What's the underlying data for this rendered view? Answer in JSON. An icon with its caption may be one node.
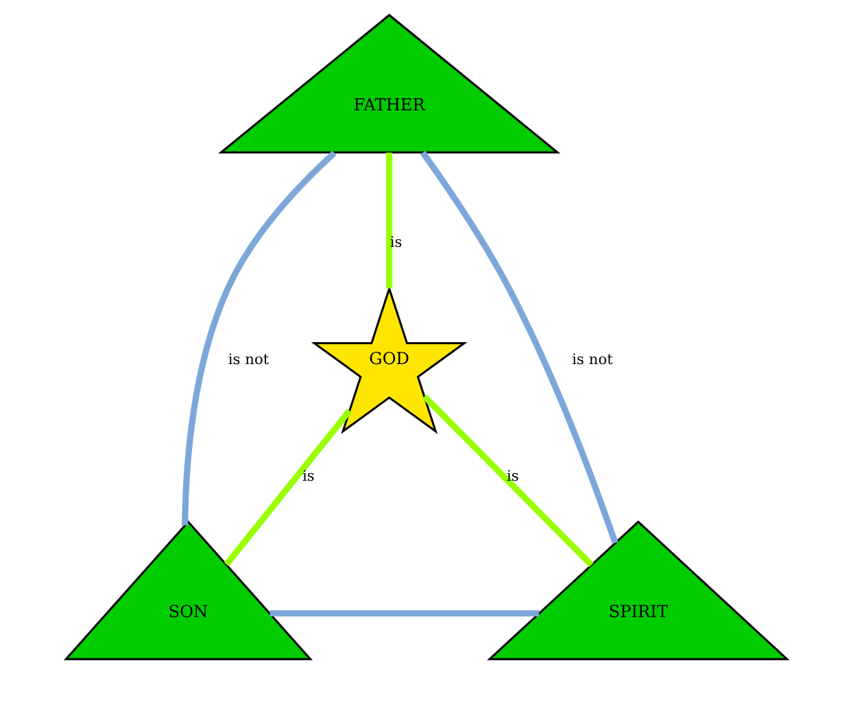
{
  "diagram": {
    "nodes": [
      {
        "text": [
          "FATHER"
        ]
      },
      {
        "text": [
          "GOD"
        ]
      },
      {
        "text": [
          "SON"
        ]
      },
      {
        "text": [
          "SPIRIT"
        ]
      }
    ],
    "edges": [
      {
        "from": 0,
        "to": 1,
        "arrow": "none",
        "label": "is",
        "color": "#99ff00"
      },
      {
        "from": 0,
        "to": 2,
        "arrow": "none",
        "label": "is not",
        "color": "#7da7d9"
      },
      {
        "from": 0,
        "to": 3,
        "arrow": "none",
        "label": "is not",
        "color": "#7da7d9"
      },
      {
        "from": 2,
        "to": 1,
        "arrow": "none",
        "label": "is",
        "color": "#99ff00"
      },
      {
        "from": 3,
        "to": 1,
        "arrow": "none",
        "label": "is",
        "color": "#99ff00"
      },
      {
        "from": 2,
        "to": 3,
        "arrow": "none",
        "color": "#7da7d9"
      }
    ]
  }
}
